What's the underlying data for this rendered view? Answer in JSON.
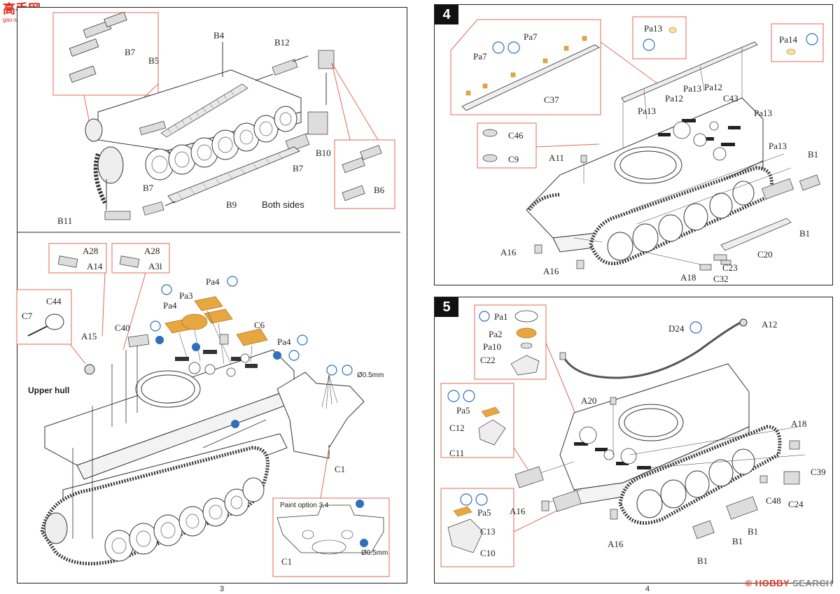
{
  "watermark": {
    "logo": "高手网",
    "domain": "gao-shou.com"
  },
  "brand": {
    "prefix": "©",
    "name": "HOBBY",
    "suffix": "SEARCH"
  },
  "page3": {
    "page_number": "3",
    "top_section": {
      "labels": {
        "b7_inset": "B7",
        "b4": "B4",
        "b5": "B5",
        "b12": "B12",
        "b10": "B10",
        "b7_mid": "B7",
        "b6": "B6",
        "b7_low": "B7",
        "b9": "B9",
        "b11": "B11",
        "both_sides": "Both sides"
      }
    },
    "bottom_section": {
      "labels": {
        "a28_1": "A28",
        "a14": "A14",
        "a28_2": "A28",
        "a31": "A3l",
        "c44": "C44",
        "c7": "C7",
        "a15": "A15",
        "c40": "C40",
        "pa4_top": "Pa4",
        "pa3": "Pa3",
        "pa4_left": "Pa4",
        "c6": "C6",
        "pa4_right": "Pa4",
        "diameter_1": "Ø0.5mm",
        "upper_hull": "Upper hull",
        "c1": "C1",
        "paint_option": "Paint option 3,4",
        "c1_inset": "C1",
        "diameter_2": "Ø0.5mm"
      }
    }
  },
  "page4": {
    "page_number": "4",
    "step4": {
      "number": "4",
      "labels": {
        "pa7_top": "Pa7",
        "pa7_left": "Pa7",
        "c37": "C37",
        "pa13_box": "Pa13",
        "pa14_box": "Pa14",
        "pa13_a": "Pa13",
        "pa12_a": "Pa12",
        "pa12_b": "Pa12",
        "pa13_b": "Pa13",
        "c43": "C43",
        "pa13_c": "Pa13",
        "pa13_d": "Pa13",
        "c46": "C46",
        "c9": "C9",
        "a11": "A11",
        "b1_a": "B1",
        "b1_b": "B1",
        "a16_a": "A16",
        "a16_b": "A16",
        "c20": "C20",
        "c23": "C23",
        "a18": "A18",
        "c32": "C32"
      }
    },
    "step5": {
      "number": "5",
      "labels": {
        "pa1": "Pa1",
        "pa2": "Pa2",
        "pa10": "Pa10",
        "c22": "C22",
        "d24": "D24",
        "a12": "A12",
        "a20": "A20",
        "pa5_a": "Pa5",
        "c12": "C12",
        "c11": "C11",
        "a18": "A18",
        "c39": "C39",
        "c48": "C48",
        "c24": "C24",
        "a16_a": "A16",
        "pa5_b": "Pa5",
        "c13": "C13",
        "c10": "C10",
        "a16_b": "A16",
        "b1_a": "B1",
        "b1_b": "B1",
        "b1_c": "B1"
      }
    }
  },
  "colors": {
    "callout": "#e06a5a",
    "photo_etch": "#e8a640",
    "icon_blue": "#2f6fbd"
  }
}
